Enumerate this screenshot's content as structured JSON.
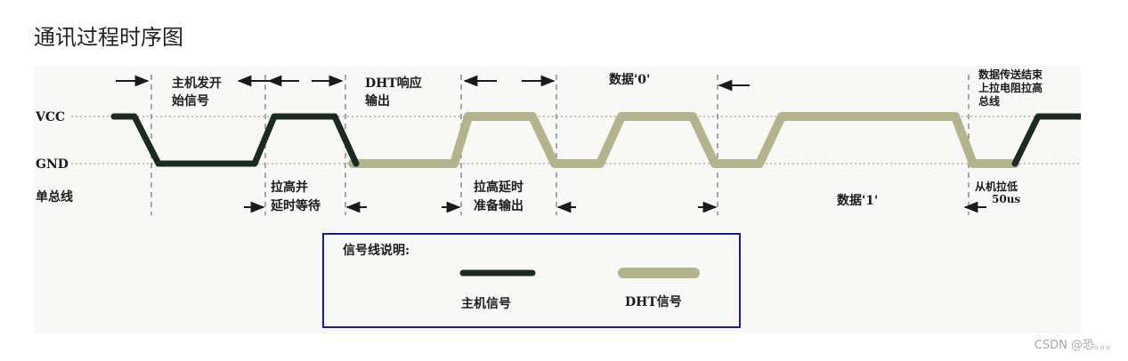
{
  "page": {
    "title": "通讯过程时序图"
  },
  "diagram": {
    "rails": {
      "vcc": "VCC",
      "gnd": "GND",
      "bus": "单总线"
    },
    "phases": {
      "host_start_line1": "主机发开",
      "host_start_line2": "始信号",
      "pull_high_wait_line1": "拉高并",
      "pull_high_wait_line2": "延时等待",
      "dht_response_line1": "DHT响应",
      "dht_response_line2": "输出",
      "ready_line1": "拉高延时",
      "ready_line2": "准备输出",
      "data0": "数据'0'",
      "data1": "数据'1'",
      "end_line1": "数据传送结束",
      "end_line2": "上拉电阻拉高",
      "end_line3": "总线",
      "slave_low_line1": "从机拉低",
      "slave_low_line2": "50us"
    },
    "legend": {
      "title": "信号线说明:",
      "host": "主机信号",
      "dht": "DHT信号"
    },
    "colors": {
      "host_signal": "#1b2b22",
      "dht_signal": "#b4b48c",
      "legend_border": "#1a1aa0",
      "background": "#f8f8f6"
    }
  },
  "footer": {
    "watermark": "CSDN @恐。。。"
  }
}
